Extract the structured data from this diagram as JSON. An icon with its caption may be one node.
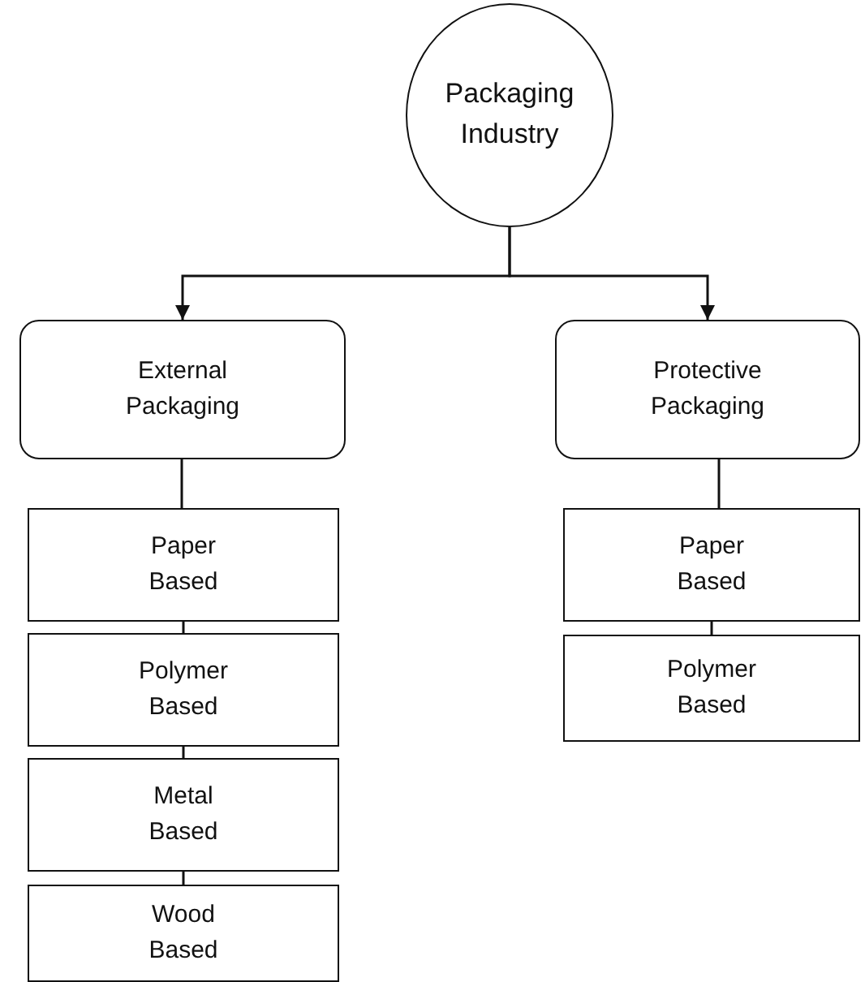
{
  "diagram": {
    "nodes": [
      {
        "text": [
          "Packaging Industry"
        ]
      },
      {
        "text": [
          "External Packaging"
        ]
      },
      {
        "text": [
          "Protective Packaging"
        ]
      },
      {
        "text": [
          "Paper Based"
        ]
      },
      {
        "text": [
          "Polymer Based"
        ]
      },
      {
        "text": [
          "Metal Based"
        ]
      },
      {
        "text": [
          "Wood Based"
        ]
      },
      {
        "text": [
          "Paper Based"
        ]
      },
      {
        "text": [
          "Polymer Based"
        ]
      }
    ],
    "edges": [
      {
        "from": 0,
        "to": 1,
        "arrow": "to"
      },
      {
        "from": 0,
        "to": 2,
        "arrow": "to"
      },
      {
        "from": 1,
        "to": 3,
        "arrow": "none"
      },
      {
        "from": 3,
        "to": 4,
        "arrow": "none"
      },
      {
        "from": 4,
        "to": 5,
        "arrow": "none"
      },
      {
        "from": 5,
        "to": 6,
        "arrow": "none"
      },
      {
        "from": 2,
        "to": 7,
        "arrow": "none"
      },
      {
        "from": 7,
        "to": 8,
        "arrow": "none"
      }
    ]
  }
}
